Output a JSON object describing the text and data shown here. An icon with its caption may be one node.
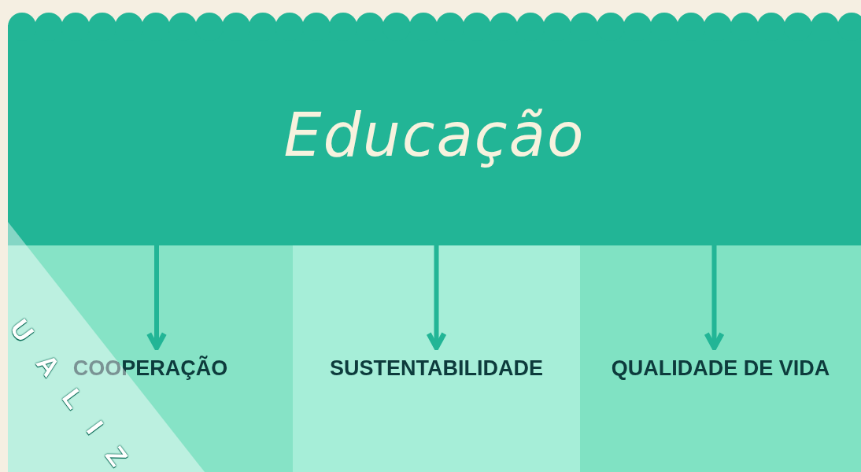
{
  "diagram": {
    "nodes": [
      {
        "text": [
          "Educação"
        ]
      },
      {
        "text": [
          "COOPERAÇÃO"
        ]
      },
      {
        "text": [
          "SUSTENTABILIDADE"
        ]
      },
      {
        "text": [
          "QUALIDADE DE VIDA"
        ]
      }
    ],
    "edges": [
      {
        "from": 0,
        "to": 1,
        "arrow": "to"
      },
      {
        "from": 0,
        "to": 2,
        "arrow": "to"
      },
      {
        "from": 0,
        "to": 3,
        "arrow": "to"
      }
    ],
    "labels": [
      "UALIZ"
    ]
  }
}
